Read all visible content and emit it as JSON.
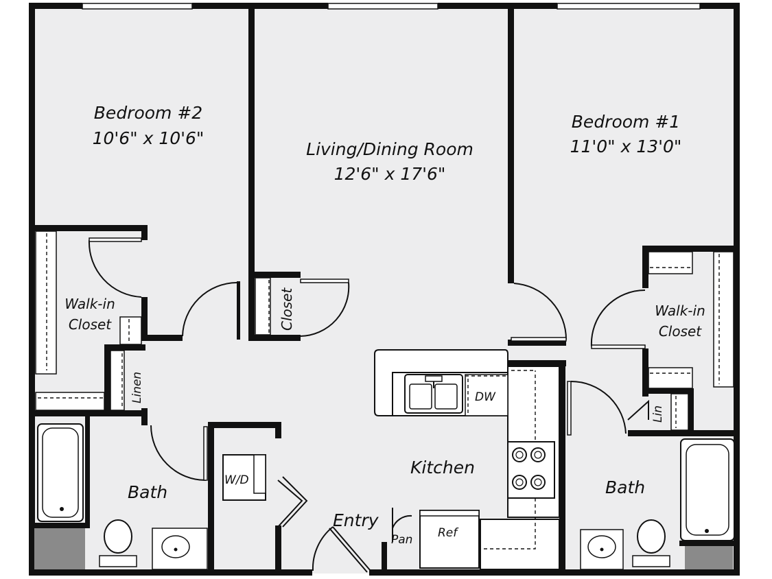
{
  "floorplan": {
    "rooms": {
      "bedroom2": {
        "name": "Bedroom #2",
        "size": "10'6\" x 10'6\""
      },
      "living": {
        "name": "Living/Dining Room",
        "size": "12'6\" x 17'6\""
      },
      "bedroom1": {
        "name": "Bedroom #1",
        "size": "11'0\" x 13'0\""
      },
      "walkin_left": {
        "line1": "Walk-in",
        "line2": "Closet"
      },
      "walkin_right": {
        "line1": "Walk-in",
        "line2": "Closet"
      },
      "closet": "Closet",
      "linen": "Linen",
      "lin": "Lin",
      "kitchen": "Kitchen",
      "entry": "Entry",
      "bath_left": "Bath",
      "bath_right": "Bath"
    },
    "fixtures": {
      "dw": "DW",
      "wd": "W/D",
      "pan": "Pan",
      "ref": "Ref"
    },
    "colors": {
      "floor": "#ededee",
      "wall": "#111111",
      "fixture": "#ffffff",
      "hvac": "#8a8a8a"
    }
  }
}
